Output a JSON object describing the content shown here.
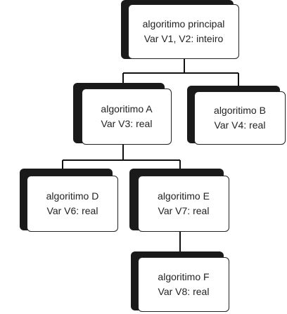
{
  "diagram": {
    "nodes": {
      "principal": {
        "name": "algoritimo principal",
        "vars": "Var V1, V2: inteiro"
      },
      "a": {
        "name": "algoritimo A",
        "vars": "Var V3: real"
      },
      "b": {
        "name": "algoritimo B",
        "vars": "Var V4: real"
      },
      "d": {
        "name": "algoritimo D",
        "vars": "Var V6: real"
      },
      "e": {
        "name": "algoritimo E",
        "vars": "Var V7: real"
      },
      "f": {
        "name": "algoritimo F",
        "vars": "Var V8: real"
      }
    },
    "edges": [
      {
        "from": "algoritimo principal",
        "to": "algoritimo A"
      },
      {
        "from": "algoritimo principal",
        "to": "algoritimo B"
      },
      {
        "from": "algoritimo A",
        "to": "algoritimo D"
      },
      {
        "from": "algoritimo A",
        "to": "algoritimo E"
      },
      {
        "from": "algoritimo E",
        "to": "algoritimo F"
      }
    ]
  }
}
